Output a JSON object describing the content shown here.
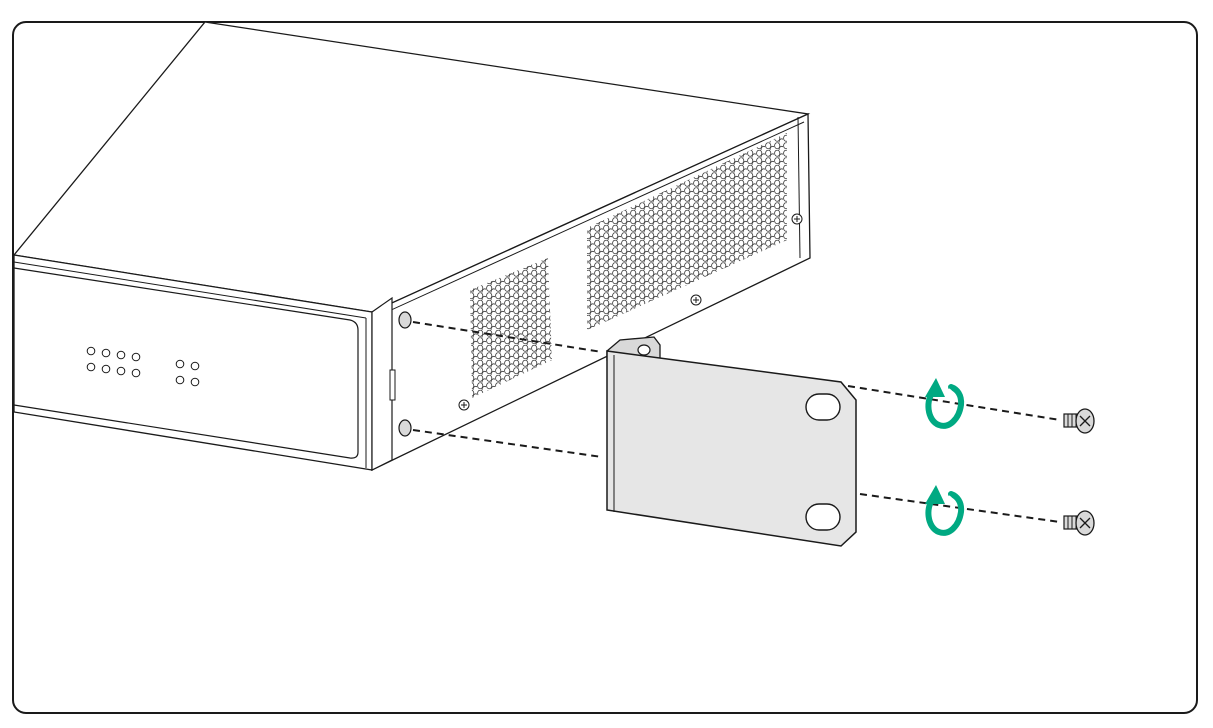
{
  "figure": {
    "subject": "switch-rack-bracket-installation",
    "colors": {
      "line": "#1a1a1a",
      "chassis_fill": "#ffffff",
      "bracket_fill": "#e6e6e6",
      "screw_fill": "#d9d9d9",
      "rotation_arrow": "#00a982",
      "vent_stroke": "#3a3a3a"
    },
    "parts": {
      "screw_count": 2,
      "bracket_mount_holes": 2,
      "rotation": "clockwise"
    }
  }
}
